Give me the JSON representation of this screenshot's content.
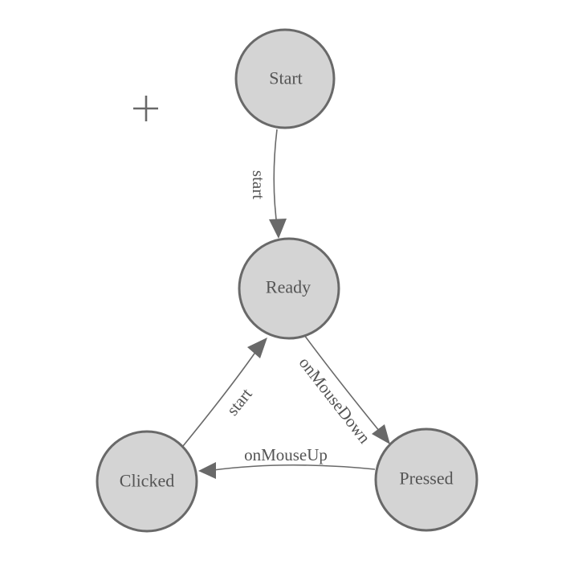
{
  "diagram": {
    "kind": "state-machine",
    "nodes": [
      {
        "id": "start",
        "label": "Start"
      },
      {
        "id": "ready",
        "label": "Ready"
      },
      {
        "id": "clicked",
        "label": "Clicked"
      },
      {
        "id": "pressed",
        "label": "Pressed"
      }
    ],
    "edges": [
      {
        "from": "Start",
        "to": "Ready",
        "label": "start"
      },
      {
        "from": "Ready",
        "to": "Pressed",
        "label": "onMouseDown"
      },
      {
        "from": "Pressed",
        "to": "Clicked",
        "label": "onMouseUp"
      },
      {
        "from": "Clicked",
        "to": "Ready",
        "label": "start"
      }
    ],
    "icons": {
      "crosshair": "plus-crosshair-icon"
    }
  },
  "colors": {
    "background": "#ffffff",
    "node_fill": "#d4d4d4",
    "node_stroke": "#696969",
    "edge_stroke": "#696969",
    "arrow_fill": "#696969",
    "text": "#545454"
  }
}
